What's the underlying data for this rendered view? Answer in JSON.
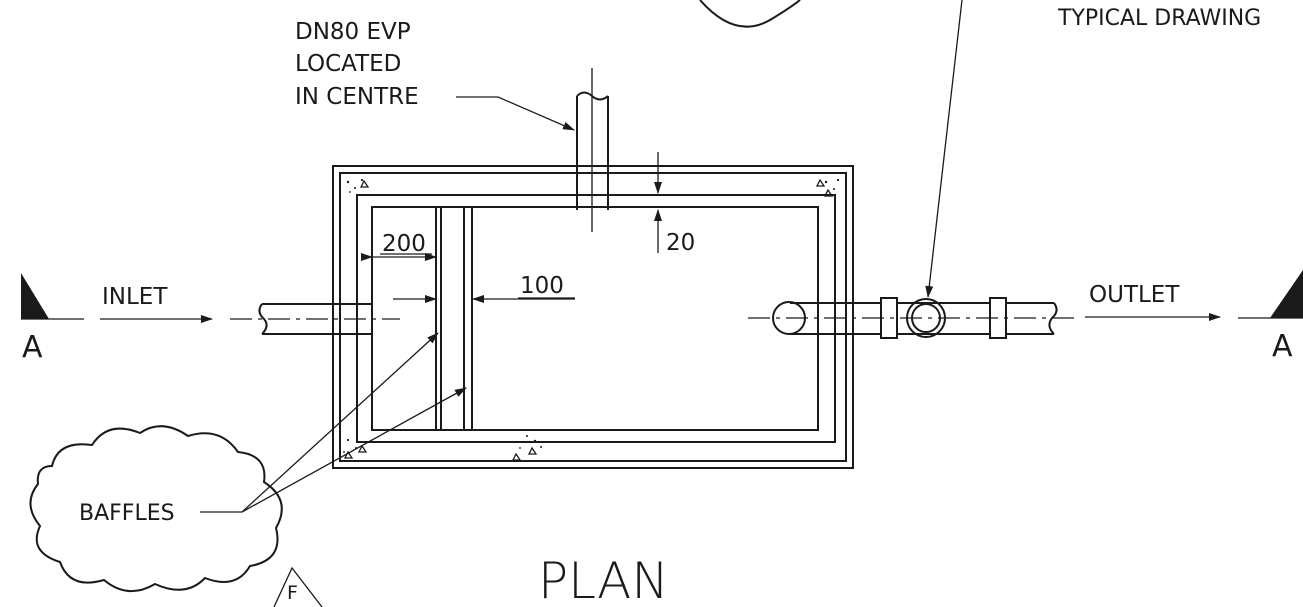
{
  "drawing": {
    "callouts": {
      "evp": [
        "DN80 EVP",
        "LOCATED",
        "IN CENTRE"
      ],
      "typical": "TYPICAL DRAWING",
      "baffles": "BAFFLES"
    },
    "flow": {
      "inlet": "INLET",
      "outlet": "OUTLET"
    },
    "section_marks": {
      "left": "A",
      "right": "A"
    },
    "dimensions": {
      "baffle_spacing": "200",
      "baffle_gap": "100",
      "evp_offset": "20"
    },
    "title": "PLAN",
    "revision_marker": "F"
  }
}
